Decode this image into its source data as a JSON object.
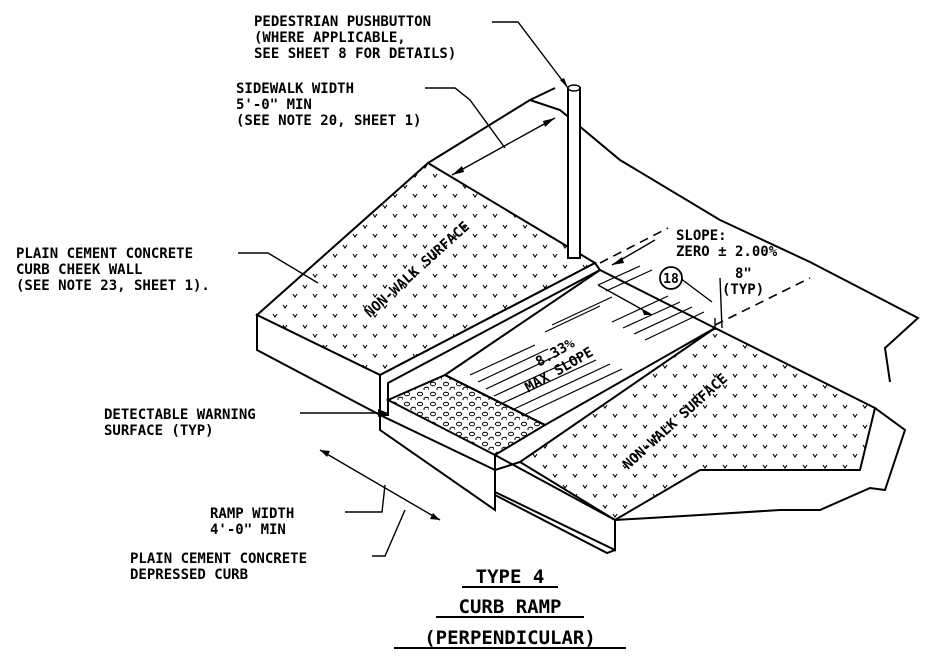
{
  "labels": {
    "pushbutton": [
      "PEDESTRIAN PUSHBUTTON",
      "(WHERE APPLICABLE,",
      "SEE SHEET 8 FOR DETAILS)"
    ],
    "sidewalk_width": [
      "SIDEWALK WIDTH",
      "5'-0\" MIN",
      "(SEE NOTE 20, SHEET 1)"
    ],
    "cheek_wall": [
      "PLAIN CEMENT CONCRETE",
      "CURB CHEEK WALL",
      "(SEE NOTE 23, SHEET 1)."
    ],
    "detectable": [
      "DETECTABLE WARNING",
      "SURFACE (TYP)"
    ],
    "ramp_width": [
      "RAMP WIDTH",
      "4'-0\" MIN"
    ],
    "depressed_curb": [
      "PLAIN CEMENT CONCRETE",
      "DEPRESSED CURB"
    ],
    "slope": [
      "SLOPE:",
      "ZERO ± 2.00%"
    ],
    "callout_number": "18",
    "dimension": [
      "8\"",
      "(TYP)"
    ],
    "ramp_slope": [
      "8.33%",
      "MAX SLOPE"
    ],
    "non_walk_left": "NON-WALK SURFACE",
    "non_walk_right": "NON-WALK SURFACE"
  },
  "title": [
    "TYPE 4",
    "CURB RAMP",
    "(PERPENDICULAR)"
  ]
}
